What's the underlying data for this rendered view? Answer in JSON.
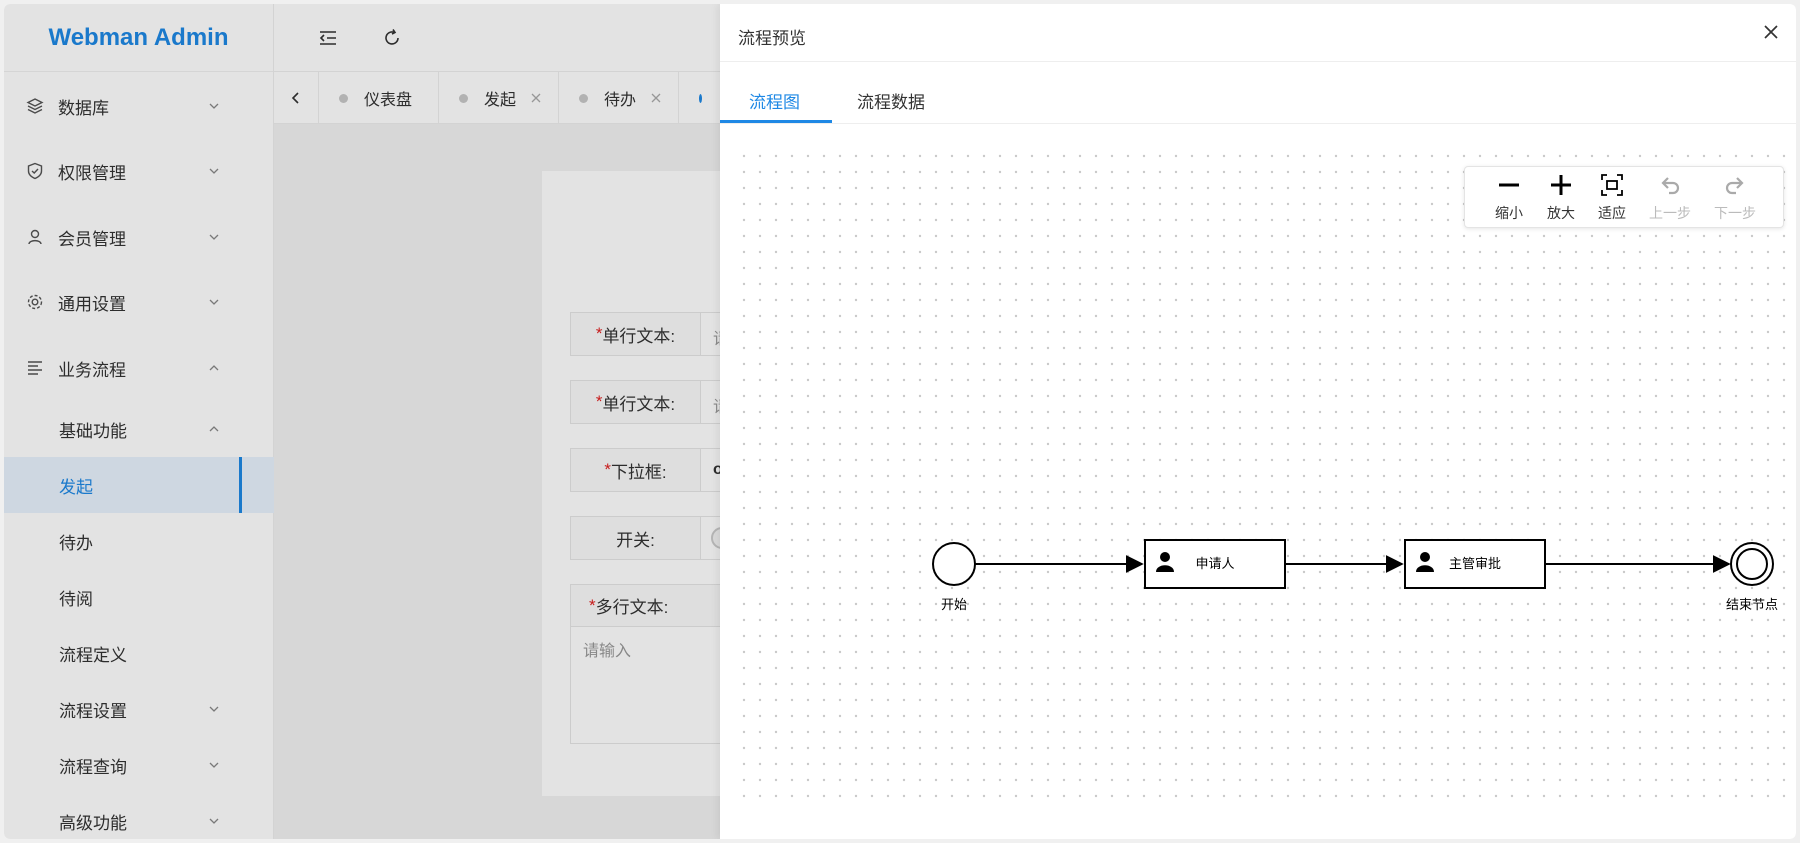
{
  "app": {
    "title": "Webman Admin"
  },
  "sidebar": {
    "items": [
      {
        "label": "数据库",
        "icon": "database-icon"
      },
      {
        "label": "权限管理",
        "icon": "shield-icon"
      },
      {
        "label": "会员管理",
        "icon": "user-icon"
      },
      {
        "label": "通用设置",
        "icon": "gear-icon"
      },
      {
        "label": "业务流程",
        "icon": "list-icon"
      }
    ],
    "sub_items": [
      {
        "label": "基础功能"
      },
      {
        "label": "发起"
      },
      {
        "label": "待办"
      },
      {
        "label": "待阅"
      },
      {
        "label": "流程定义"
      },
      {
        "label": "流程设置"
      },
      {
        "label": "流程查询"
      },
      {
        "label": "高级功能"
      }
    ]
  },
  "tabs": [
    {
      "label": "仪表盘"
    },
    {
      "label": "发起"
    },
    {
      "label": "待办"
    },
    {
      "label": ""
    }
  ],
  "form": {
    "rows": [
      {
        "required": "*",
        "label": "单行文本:",
        "value": "请"
      },
      {
        "required": "*",
        "label": "单行文本:",
        "value": "请"
      },
      {
        "required": "*",
        "label": "下拉框:",
        "value": "o"
      },
      {
        "required": "",
        "label": "开关:",
        "value": ""
      },
      {
        "required": "*",
        "label": "多行文本:",
        "value": "请输入"
      }
    ]
  },
  "drawer": {
    "title": "流程预览",
    "tabs": [
      {
        "label": "流程图"
      },
      {
        "label": "流程数据"
      }
    ],
    "toolbar": [
      {
        "label": "缩小",
        "icon": "minus-icon",
        "disabled": false
      },
      {
        "label": "放大",
        "icon": "plus-icon",
        "disabled": false
      },
      {
        "label": "适应",
        "icon": "fit-icon",
        "disabled": false
      },
      {
        "label": "上一步",
        "icon": "undo-icon",
        "disabled": true
      },
      {
        "label": "下一步",
        "icon": "redo-icon",
        "disabled": true
      }
    ],
    "flow": {
      "start": "开始",
      "task1": "申请人",
      "task2": "主管审批",
      "end": "结束节点"
    }
  },
  "colors": {
    "accent": "#1e88e5",
    "required": "#e02020"
  }
}
